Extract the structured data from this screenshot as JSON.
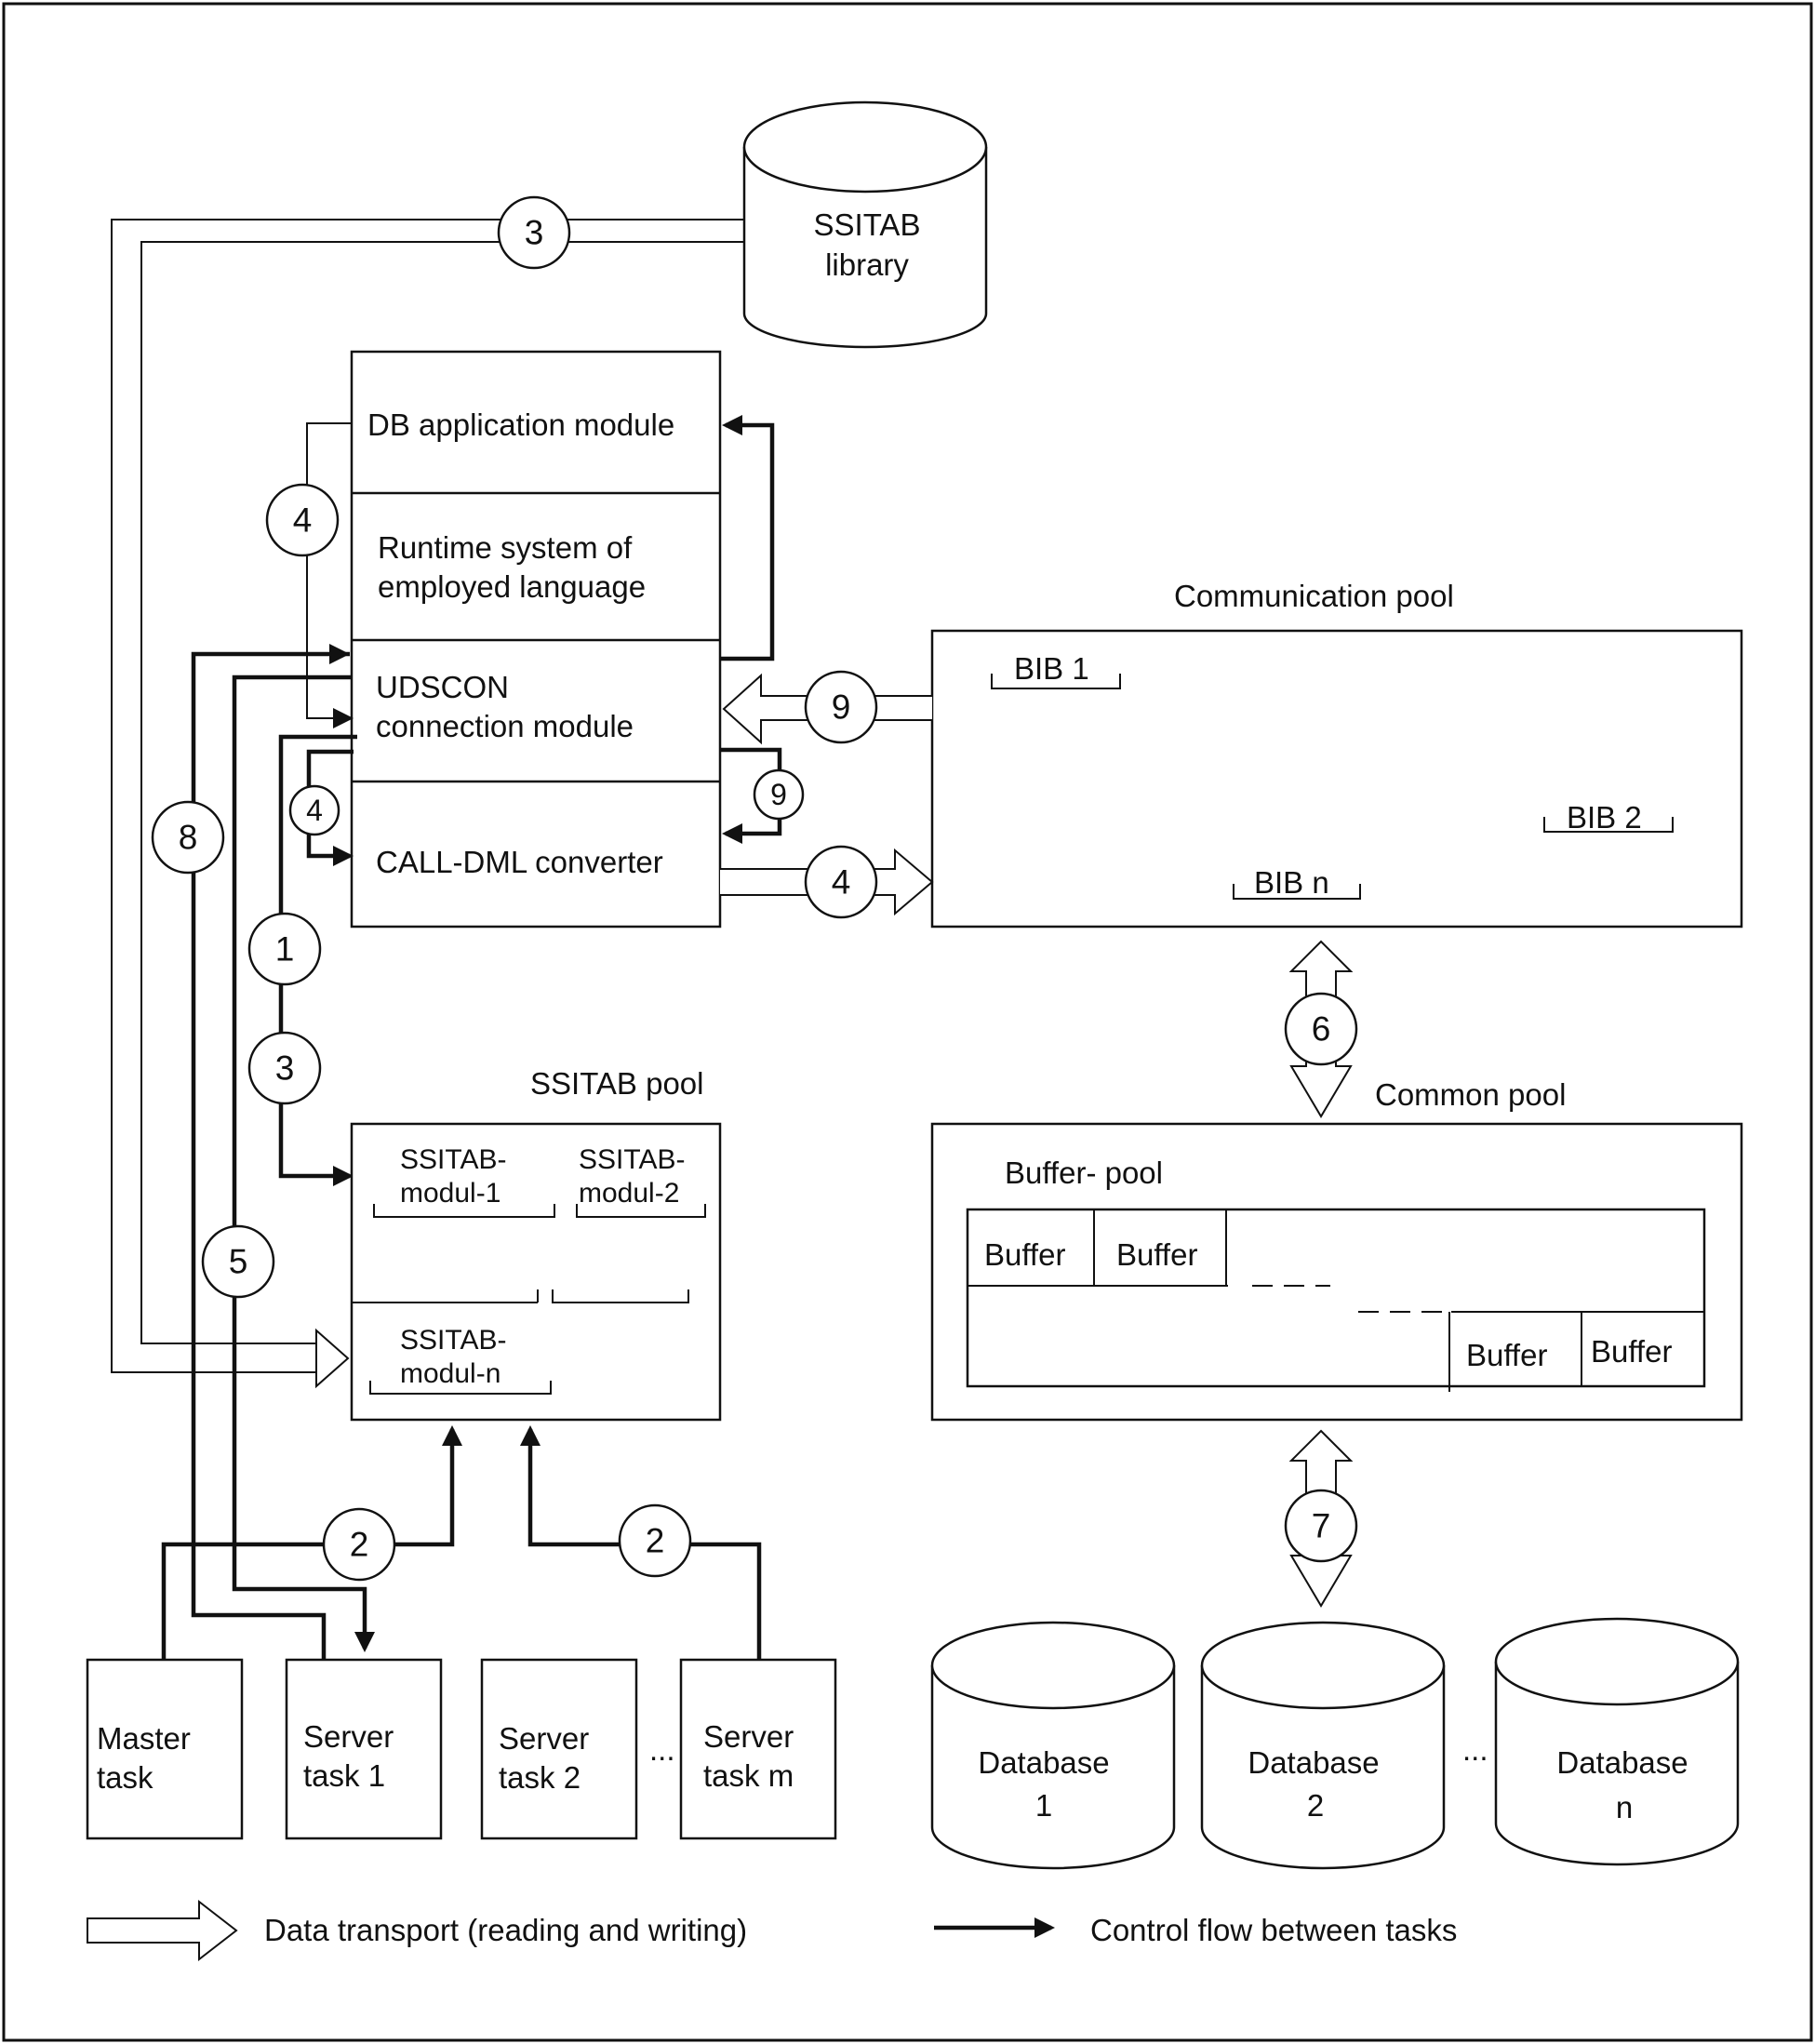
{
  "ssitab_library": [
    "SSITAB",
    "library"
  ],
  "app_stack": {
    "db_app": "DB application module",
    "runtime": [
      "Runtime system of",
      "employed language"
    ],
    "udscon": [
      "UDSCON",
      "connection module"
    ],
    "calldml": "CALL-DML converter"
  },
  "comm_pool": {
    "title": "Communication pool",
    "bib1": "BIB 1",
    "bib2": "BIB 2",
    "bibn": "BIB n"
  },
  "ssitab_pool": {
    "title": "SSITAB pool",
    "modul1": [
      "SSITAB-",
      "modul-1"
    ],
    "modul2": [
      "SSITAB-",
      "modul-2"
    ],
    "moduln": [
      "SSITAB-",
      "modul-n"
    ]
  },
  "common_pool": {
    "title": "Common pool",
    "buffer_pool": "Buffer- pool",
    "buffer": "Buffer"
  },
  "tasks": {
    "master": [
      "Master",
      "task"
    ],
    "server1": [
      "Server",
      "task 1"
    ],
    "server2": [
      "Server",
      "task 2"
    ],
    "serverm": [
      "Server",
      "task m"
    ],
    "ellipsis": "..."
  },
  "databases": {
    "db1": [
      "Database",
      "1"
    ],
    "db2": [
      "Database",
      "2"
    ],
    "dbn": [
      "Database",
      "n"
    ],
    "ellipsis": "..."
  },
  "steps": {
    "s1": "1",
    "s2": "2",
    "s3": "3",
    "s4": "4",
    "s5": "5",
    "s6": "6",
    "s7": "7",
    "s8": "8",
    "s9": "9"
  },
  "legend": {
    "data_transport": "Data transport (reading and writing)",
    "control_flow": "Control flow between tasks"
  }
}
